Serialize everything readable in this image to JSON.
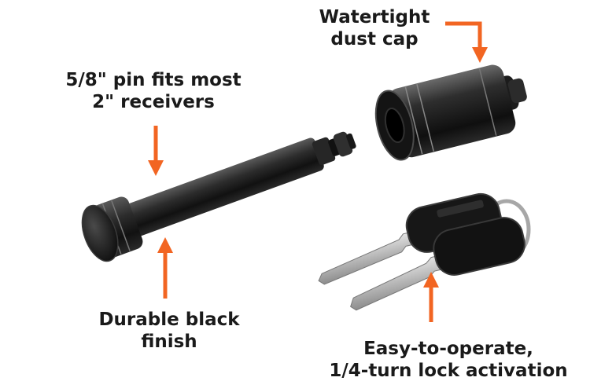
{
  "accent_color": "#f26522",
  "labels": {
    "pin": {
      "line1": "5/8\" pin fits most",
      "line2": "2\" receivers"
    },
    "cap": {
      "line1": "Watertight",
      "line2": "dust cap"
    },
    "finish": {
      "line1": "Durable black",
      "line2": "finish"
    },
    "lock": {
      "line1": "Easy-to-operate,",
      "line2": "1/4-turn lock activation"
    }
  },
  "icons": [
    "arrow-down-icon",
    "arrow-up-icon",
    "elbow-arrow-icon"
  ]
}
